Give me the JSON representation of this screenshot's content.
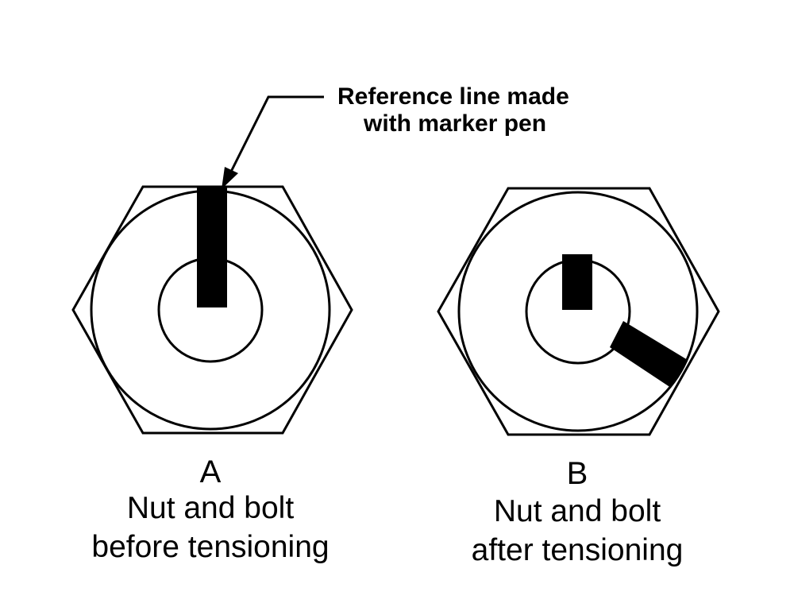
{
  "callout": {
    "line1": "Reference line made",
    "line2": "with marker pen"
  },
  "nut_a": {
    "letter": "A",
    "caption_line1": "Nut and bolt",
    "caption_line2": "before tensioning"
  },
  "nut_b": {
    "letter": "B",
    "caption_line1": "Nut and bolt",
    "caption_line2": "after tensioning"
  }
}
